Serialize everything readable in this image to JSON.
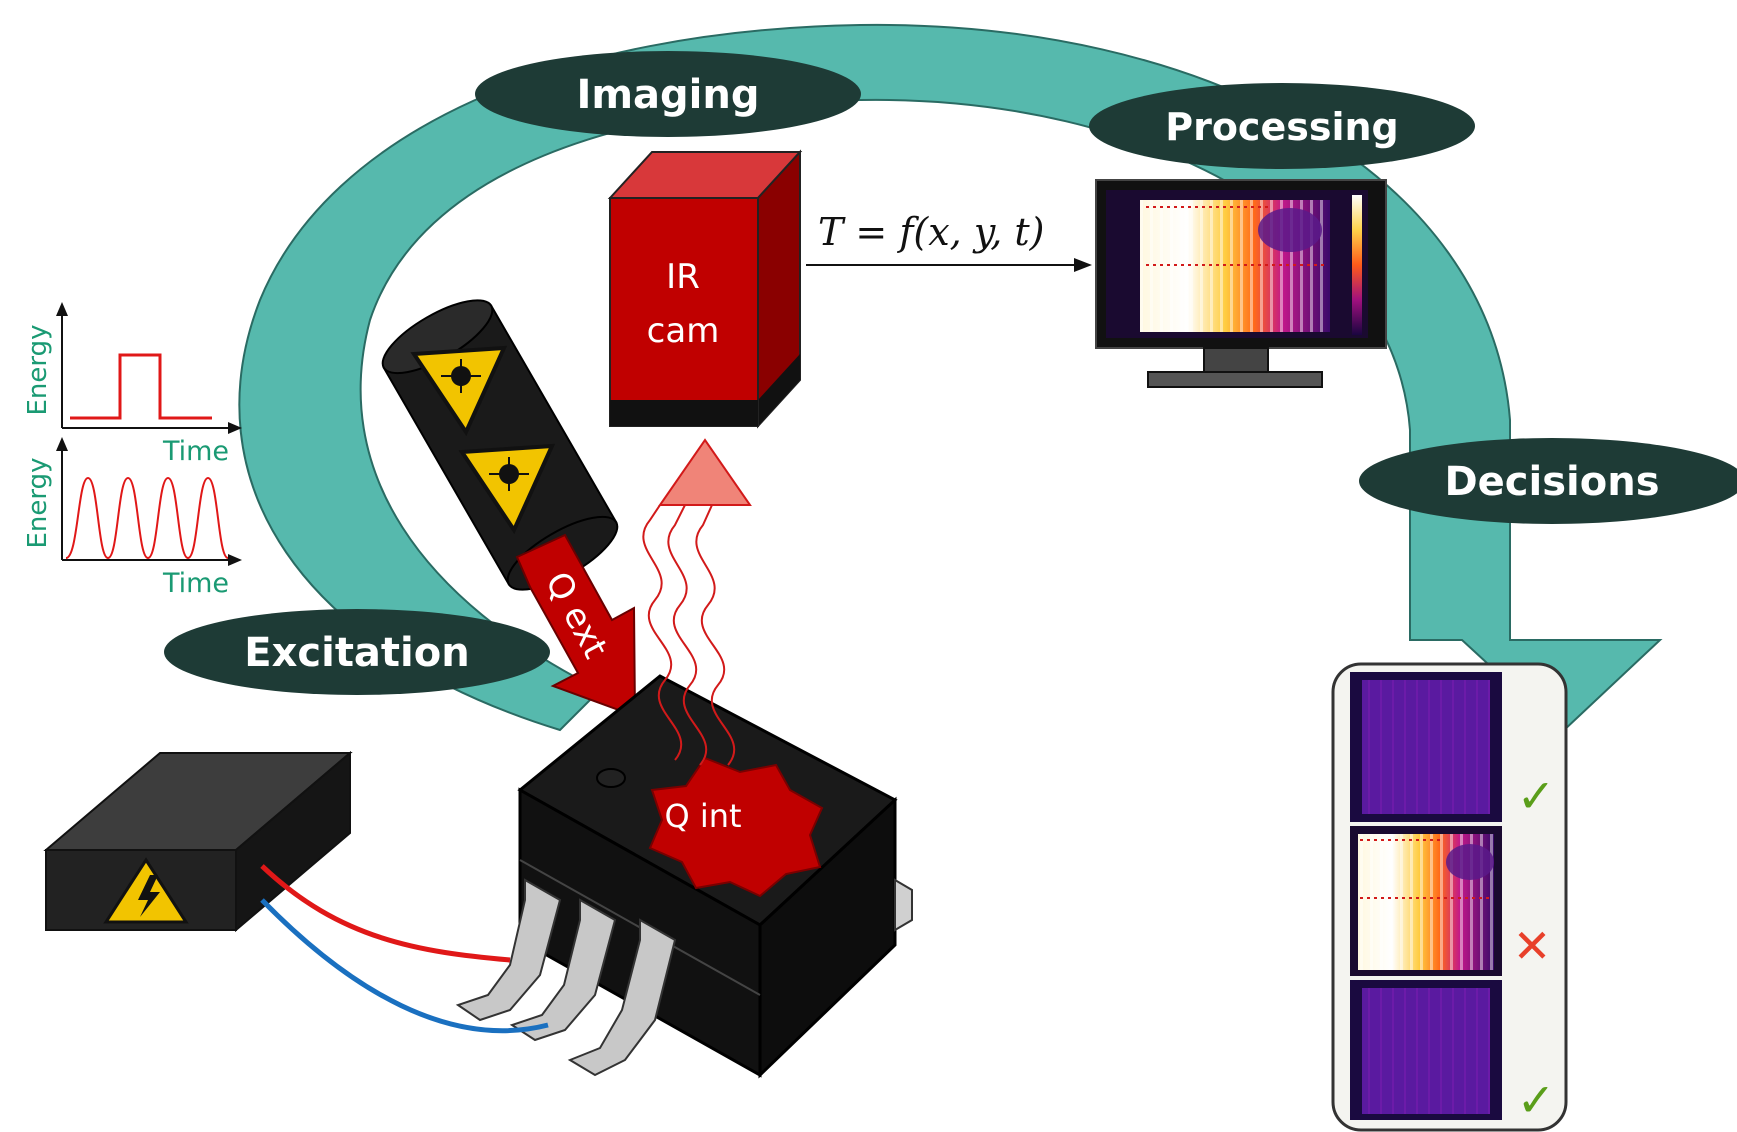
{
  "stages": {
    "imaging": "Imaging",
    "processing": "Processing",
    "decisions": "Decisions",
    "excitation": "Excitation"
  },
  "camera": {
    "line1": "IR",
    "line2": "cam"
  },
  "equation": "T = f(x, y, t)",
  "heat": {
    "external": "Q ext",
    "internal": "Q int"
  },
  "plots": {
    "pulse": {
      "ylabel": "Energy",
      "xlabel": "Time"
    },
    "periodic": {
      "ylabel": "Energy",
      "xlabel": "Time"
    }
  },
  "decisions": [
    {
      "result": "pass",
      "mark": "✓",
      "color": "#5a9e1a"
    },
    {
      "result": "fail",
      "mark": "✕",
      "color": "#e8402a"
    },
    {
      "result": "pass",
      "mark": "✓",
      "color": "#5a9e1a"
    }
  ],
  "colors": {
    "loop": "#56b9ad",
    "label_bg": "#1e3b36",
    "camera": "#c00000",
    "plot_text": "#1a9a73"
  }
}
